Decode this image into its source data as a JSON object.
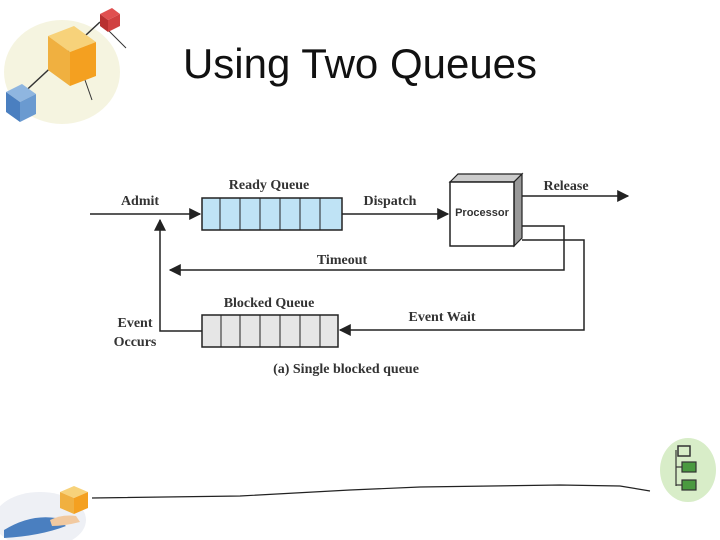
{
  "slide": {
    "title": "Using Two Queues"
  },
  "diagram": {
    "ready_queue_label": "Ready Queue",
    "blocked_queue_label": "Blocked Queue",
    "processor_label": "Processor",
    "admit_label": "Admit",
    "dispatch_label": "Dispatch",
    "release_label": "Release",
    "timeout_label": "Timeout",
    "event_wait_label": "Event Wait",
    "event_occurs_line1": "Event",
    "event_occurs_line2": "Occurs",
    "caption": "(a) Single blocked queue"
  },
  "colors": {
    "ready_queue_fill": "#bfe3f5",
    "blocked_queue_fill": "#e6e6e6",
    "line": "#222222"
  }
}
